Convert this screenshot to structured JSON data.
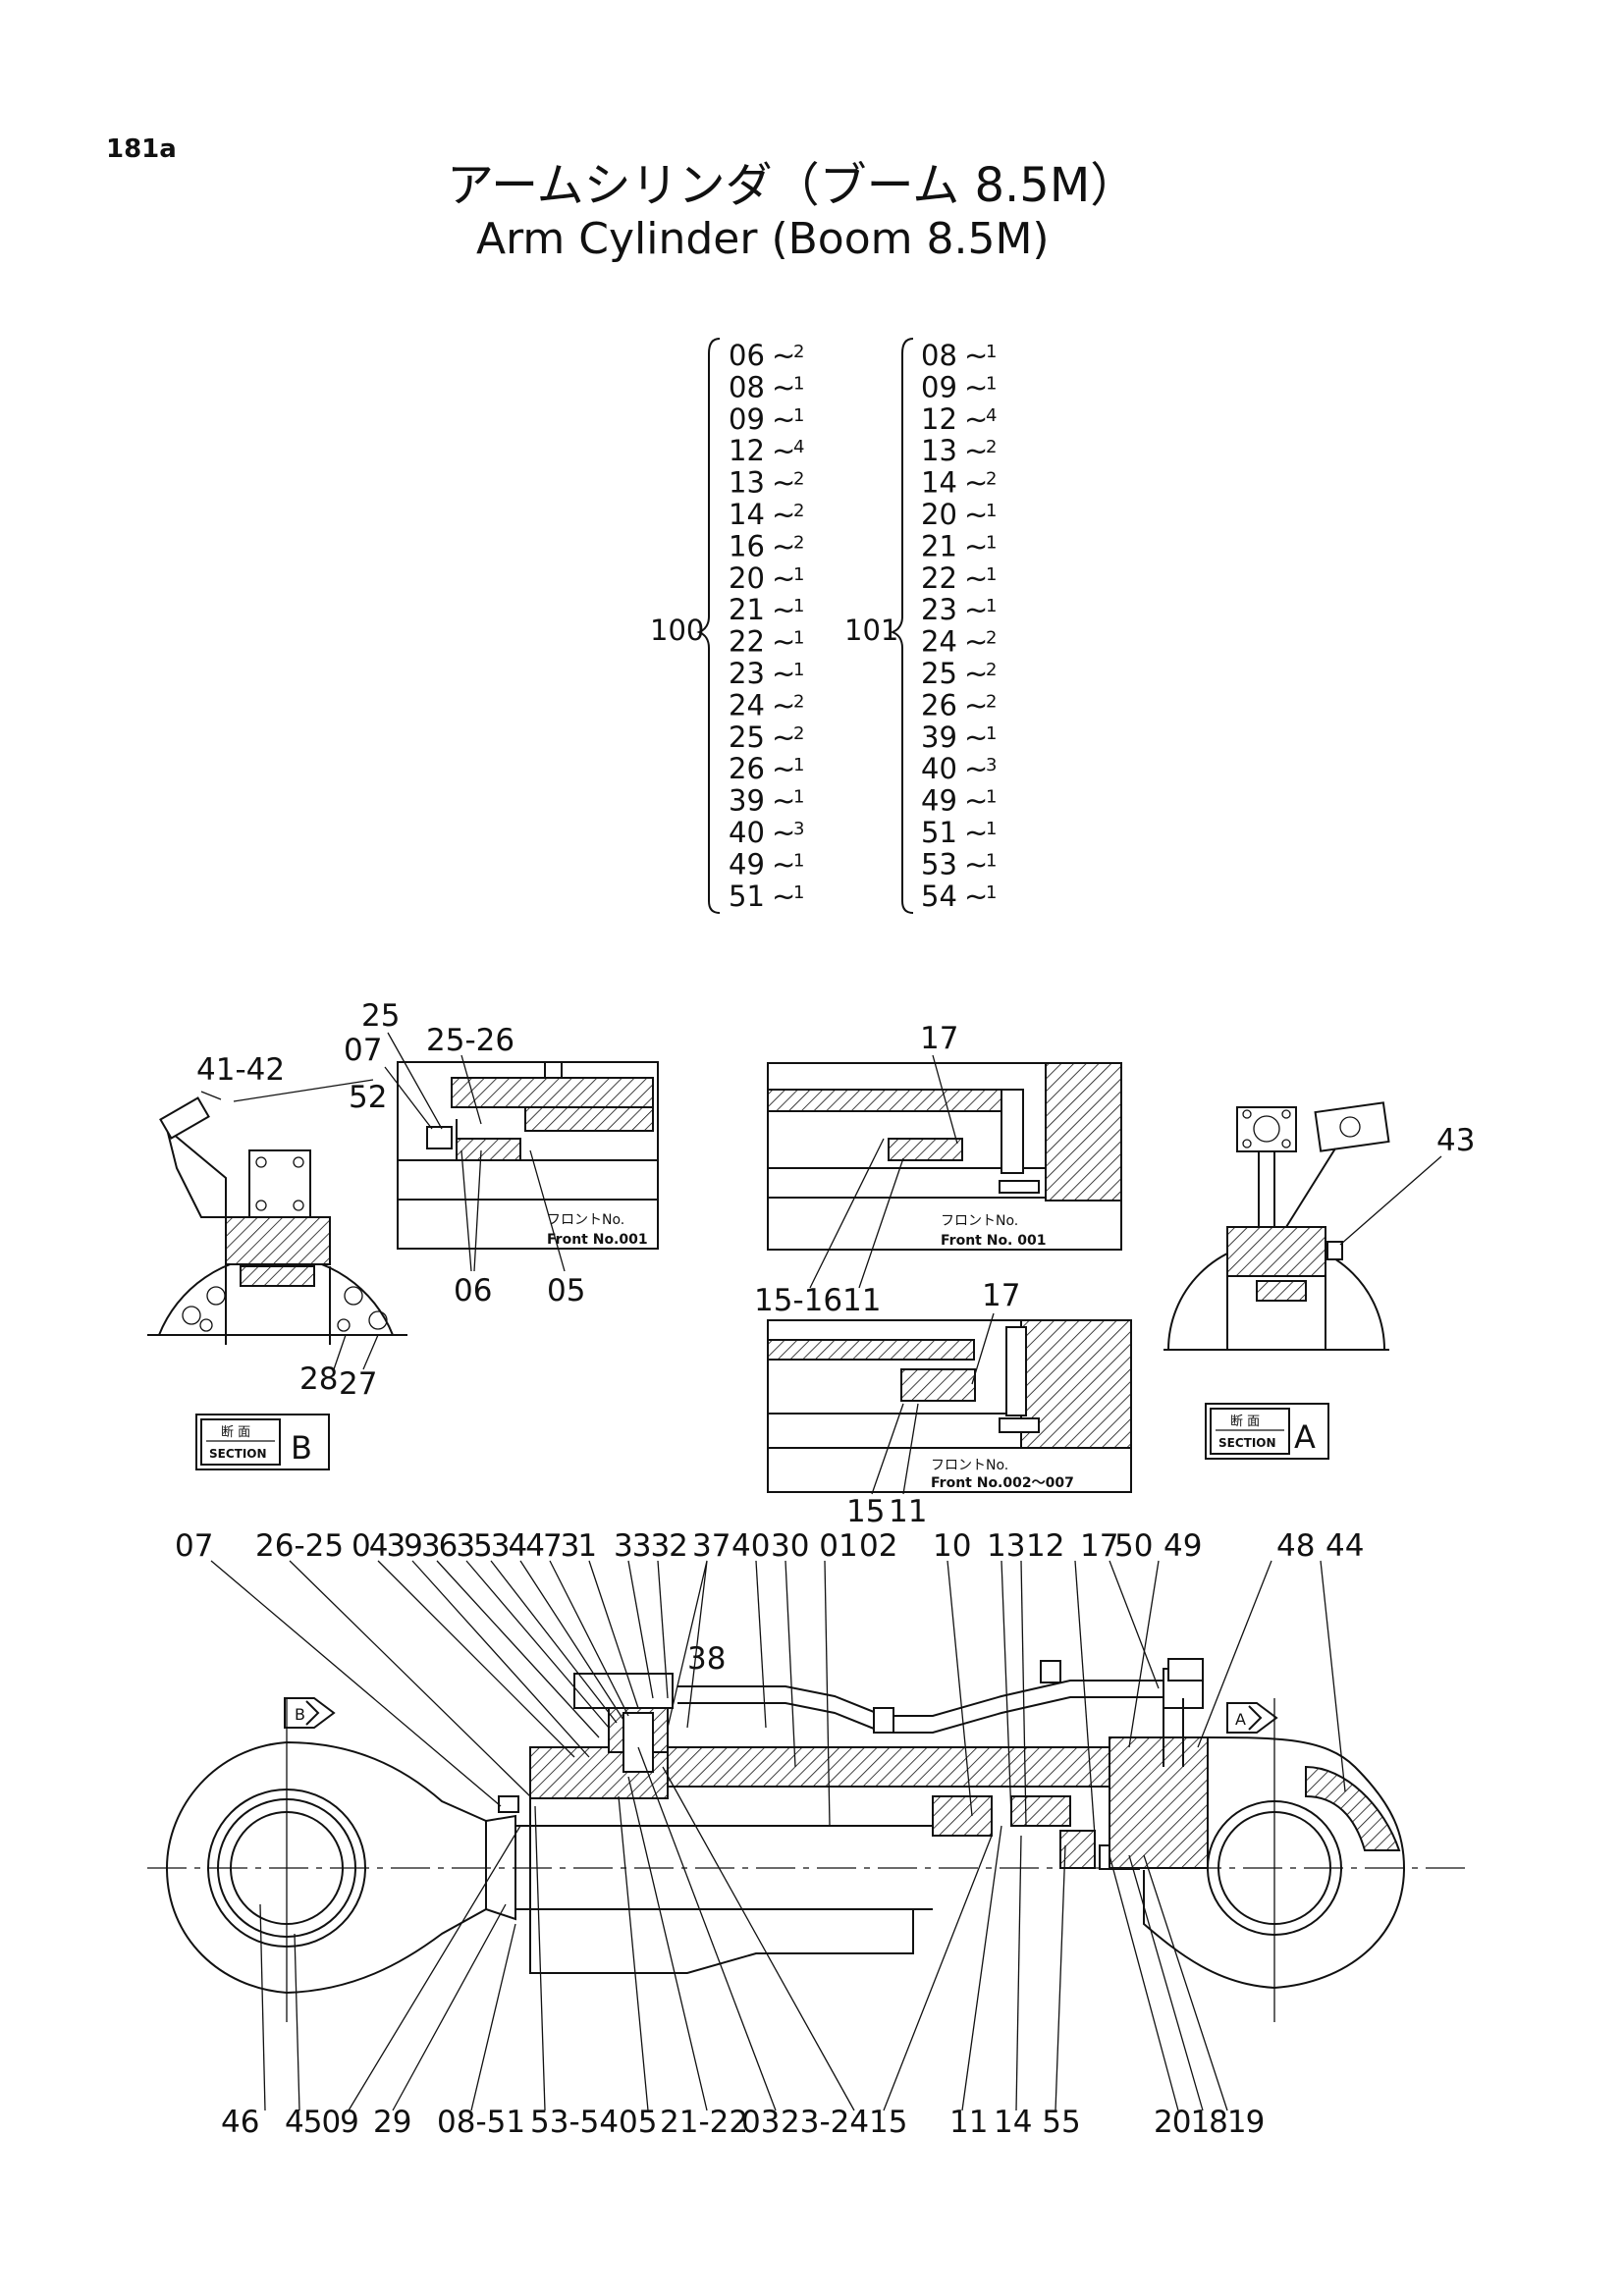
{
  "page_number": "181a",
  "title_jp": "アームシリンダ（ブーム 8.5M）",
  "title_en": "Arm Cylinder (Boom 8.5M)",
  "kits": [
    {
      "id": "100",
      "items": [
        {
          "part": "06",
          "qty": "2"
        },
        {
          "part": "08",
          "qty": "1"
        },
        {
          "part": "09",
          "qty": "1"
        },
        {
          "part": "12",
          "qty": "4"
        },
        {
          "part": "13",
          "qty": "2"
        },
        {
          "part": "14",
          "qty": "2"
        },
        {
          "part": "16",
          "qty": "2"
        },
        {
          "part": "20",
          "qty": "1"
        },
        {
          "part": "21",
          "qty": "1"
        },
        {
          "part": "22",
          "qty": "1"
        },
        {
          "part": "23",
          "qty": "1"
        },
        {
          "part": "24",
          "qty": "2"
        },
        {
          "part": "25",
          "qty": "2"
        },
        {
          "part": "26",
          "qty": "1"
        },
        {
          "part": "39",
          "qty": "1"
        },
        {
          "part": "40",
          "qty": "3"
        },
        {
          "part": "49",
          "qty": "1"
        },
        {
          "part": "51",
          "qty": "1"
        }
      ]
    },
    {
      "id": "101",
      "items": [
        {
          "part": "08",
          "qty": "1"
        },
        {
          "part": "09",
          "qty": "1"
        },
        {
          "part": "12",
          "qty": "4"
        },
        {
          "part": "13",
          "qty": "2"
        },
        {
          "part": "14",
          "qty": "2"
        },
        {
          "part": "20",
          "qty": "1"
        },
        {
          "part": "21",
          "qty": "1"
        },
        {
          "part": "22",
          "qty": "1"
        },
        {
          "part": "23",
          "qty": "1"
        },
        {
          "part": "24",
          "qty": "2"
        },
        {
          "part": "25",
          "qty": "2"
        },
        {
          "part": "26",
          "qty": "2"
        },
        {
          "part": "39",
          "qty": "1"
        },
        {
          "part": "40",
          "qty": "3"
        },
        {
          "part": "49",
          "qty": "1"
        },
        {
          "part": "51",
          "qty": "1"
        },
        {
          "part": "53",
          "qty": "1"
        },
        {
          "part": "54",
          "qty": "1"
        }
      ]
    }
  ],
  "details": {
    "d1": {
      "l_25": "25",
      "l_07": "07",
      "l_2526": "25-26",
      "l_06": "06",
      "l_05": "05",
      "front_jp": "フロントNo.",
      "front_en": "Front No.001"
    },
    "d2": {
      "l_17": "17",
      "front_jp": "フロントNo.",
      "front_en": "Front No.  001"
    },
    "d3": {
      "l_1516": "15-16",
      "l_11": "11",
      "l_17": "17",
      "l_15": "15",
      "l_11b": "11",
      "front_jp": "フロントNo.",
      "front_en": "Front No.002～007"
    },
    "sec_b": {
      "l_4142": "41-42",
      "l_52": "52",
      "l_28": "28",
      "l_27": "27"
    },
    "sec_a": {
      "l_43": "43"
    }
  },
  "section_b": {
    "jp": "断 面",
    "en": "SECTION",
    "letter": "B"
  },
  "section_a": {
    "jp": "断 面",
    "en": "SECTION",
    "letter": "A"
  },
  "arrow_b": "B",
  "arrow_a": "A",
  "top_callouts": {
    "c07": "07",
    "c2625": "26-25",
    "cgroup": "04393635344731",
    "c3332": "3332",
    "c37": "37",
    "c40": "40",
    "c3001": "30 01",
    "c02": "02",
    "c10": "10",
    "c13": "13",
    "c12": "12",
    "c17": "17",
    "c50": "50",
    "c49": "49",
    "c48": "48",
    "c44": "44",
    "c38": "38"
  },
  "bottom_callouts": {
    "c46": "46",
    "c4509": "4509",
    "c29": "29",
    "c0851": "08-51",
    "c5354": "53-54",
    "c05": "05",
    "c2122": "21-22",
    "c03": "03",
    "c2324": "23-24",
    "c15": "15",
    "c11": "11",
    "c1455": "14 55",
    "c201819": "201819"
  }
}
